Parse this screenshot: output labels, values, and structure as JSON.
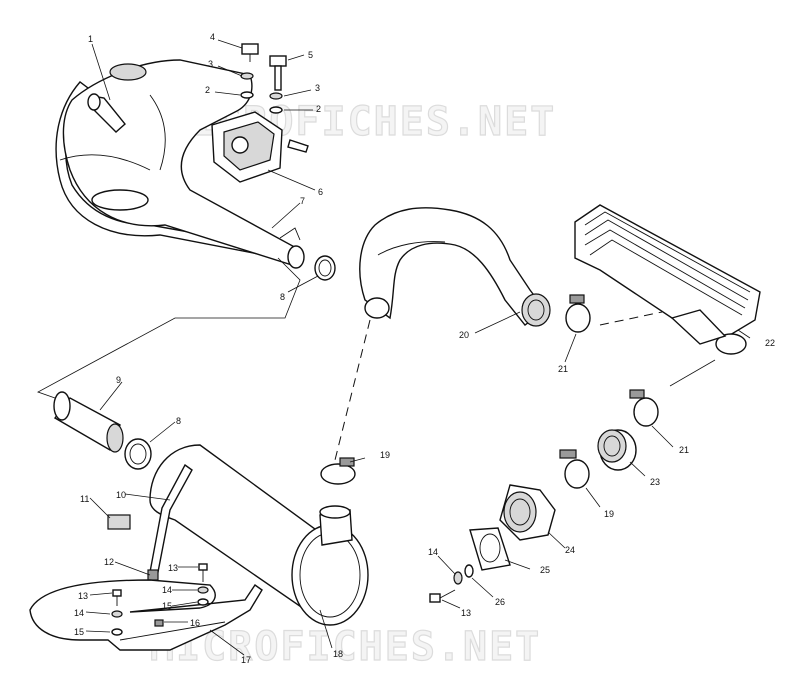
{
  "watermark": {
    "text": "MICROFICHES.NET"
  },
  "callouts": {
    "c1": "1",
    "c2a": "2",
    "c2b": "2",
    "c3a": "3",
    "c3b": "3",
    "c4": "4",
    "c5": "5",
    "c6": "6",
    "c7": "7",
    "c8a": "8",
    "c8b": "8",
    "c9": "9",
    "c10": "10",
    "c11": "11",
    "c12": "12",
    "c13a": "13",
    "c13b": "13",
    "c13c": "13",
    "c14a": "14",
    "c14b": "14",
    "c14c": "14",
    "c15a": "15",
    "c15b": "15",
    "c16": "16",
    "c17": "17",
    "c18": "18",
    "c19a": "19",
    "c19b": "19",
    "c20": "20",
    "c21a": "21",
    "c21b": "21",
    "c22": "22",
    "c23": "23",
    "c24": "24",
    "c25": "25",
    "c26": "26"
  }
}
